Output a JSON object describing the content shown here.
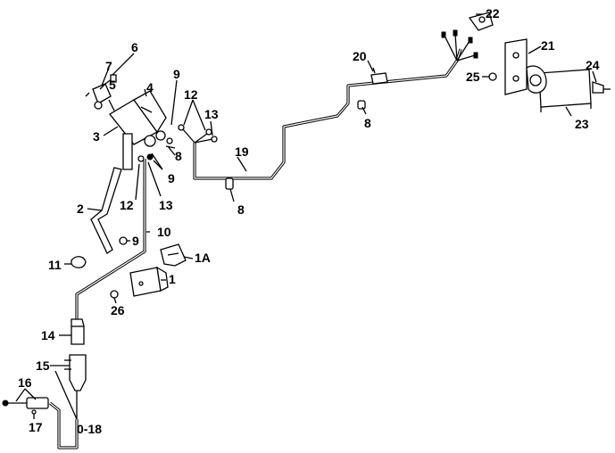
{
  "callouts": {
    "c1": "1",
    "c1a": "1A",
    "c2": "2",
    "c3": "3",
    "c4": "4",
    "c5": "5",
    "c6": "6",
    "c7": "7",
    "c8a": "8",
    "c8b": "8",
    "c8c": "8",
    "c9a": "9",
    "c9b": "9",
    "c9c": "9",
    "c10": "10",
    "c11": "11",
    "c12a": "12",
    "c12b": "12",
    "c13a": "13",
    "c13b": "13",
    "c14": "14",
    "c15": "15",
    "c16": "16",
    "c17": "17",
    "c18": "0-18",
    "c19": "19",
    "c20": "20",
    "c21": "21",
    "c22": "22",
    "c23": "23",
    "c24": "24",
    "c25": "25",
    "c26": "26"
  }
}
